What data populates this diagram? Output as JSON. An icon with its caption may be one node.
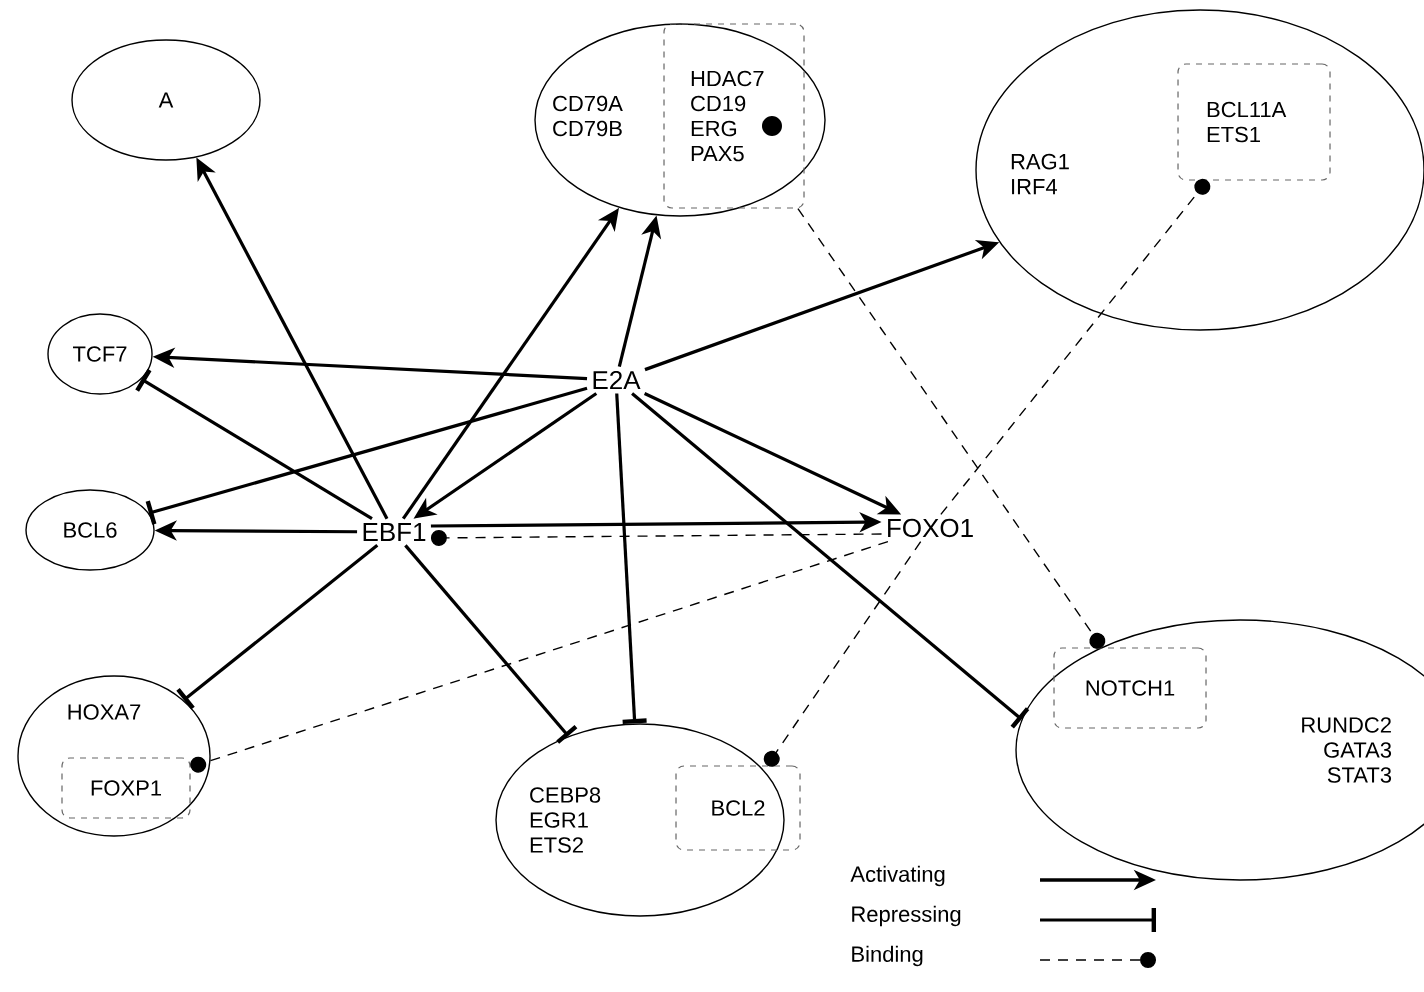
{
  "diagram": {
    "nodes": [
      {
        "text": [
          "A"
        ]
      },
      {
        "text": [
          "CD79A CD79B"
        ]
      },
      {
        "text": [
          "HDAC7 CD19 ERG PAX5"
        ],
        "in": 1
      },
      {
        "text": [
          "RAG1 IRF4"
        ]
      },
      {
        "text": [
          "BCL11A ETS1"
        ],
        "in": 3
      },
      {
        "text": [
          "TCF7"
        ]
      },
      {
        "text": [
          "E2A"
        ]
      },
      {
        "text": [
          "BCL6"
        ]
      },
      {
        "text": [
          "EBF1"
        ]
      },
      {
        "text": [
          "FOXO1"
        ]
      },
      {
        "text": [
          "HOXA7"
        ]
      },
      {
        "text": [
          "FOXP1"
        ],
        "in": 10
      },
      {
        "text": [
          "CEBP8 EGR1 ETS2"
        ]
      },
      {
        "text": [
          "BCL2"
        ],
        "in": 12
      },
      {
        "text": [
          "RUNDC2 GATA3 STAT3"
        ]
      },
      {
        "text": [
          "NOTCH1"
        ],
        "in": 14
      }
    ],
    "edges": [
      {
        "from": 8,
        "to": 0,
        "arrow": "to"
      },
      {
        "from": 8,
        "to": 1,
        "arrow": "to"
      },
      {
        "from": 6,
        "to": 1,
        "arrow": "to"
      },
      {
        "from": 6,
        "to": 5,
        "arrow": "to"
      },
      {
        "from": 8,
        "to": 5,
        "arrow": "other"
      },
      {
        "from": 6,
        "to": 7,
        "arrow": "other"
      },
      {
        "from": 8,
        "to": 7,
        "arrow": "to"
      },
      {
        "from": 6,
        "to": 8,
        "arrow": "to"
      },
      {
        "from": 6,
        "to": 3,
        "arrow": "to"
      },
      {
        "from": 6,
        "to": 9,
        "arrow": "to"
      },
      {
        "from": 8,
        "to": 9,
        "arrow": "to"
      },
      {
        "from": 9,
        "to": 8,
        "arrow": "other",
        "style": "dashed"
      },
      {
        "from": 6,
        "to": 12,
        "arrow": "other"
      },
      {
        "from": 6,
        "to": 14,
        "arrow": "other"
      },
      {
        "from": 8,
        "to": 10,
        "arrow": "other"
      },
      {
        "from": 8,
        "to": 12,
        "arrow": "other"
      },
      {
        "from": 9,
        "to": 11,
        "arrow": "other",
        "style": "dashed"
      },
      {
        "from": 9,
        "to": 13,
        "arrow": "other",
        "style": "dashed"
      },
      {
        "from": 9,
        "to": 4,
        "arrow": "other",
        "style": "dashed"
      },
      {
        "from": 2,
        "to": 15,
        "arrow": "other",
        "style": "dashed"
      }
    ],
    "legend": [
      {
        "text": "Activating"
      },
      {
        "text": "Repressing"
      },
      {
        "text": "Binding"
      }
    ]
  }
}
